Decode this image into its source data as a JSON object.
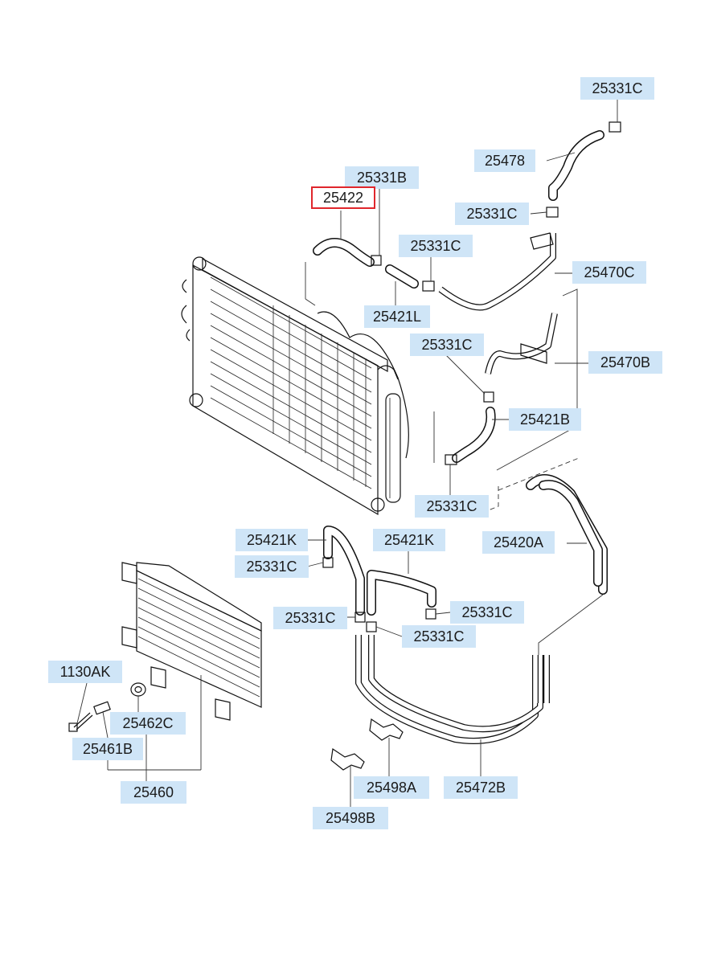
{
  "diagram": {
    "callouts": [
      {
        "id": "c1",
        "label": "25331C"
      },
      {
        "id": "c2",
        "label": "25478"
      },
      {
        "id": "c3",
        "label": "25331B"
      },
      {
        "id": "c4",
        "label": "25422",
        "selected": true
      },
      {
        "id": "c5",
        "label": "25331C"
      },
      {
        "id": "c6",
        "label": "25331C"
      },
      {
        "id": "c7",
        "label": "25470C"
      },
      {
        "id": "c8",
        "label": "25421L"
      },
      {
        "id": "c9",
        "label": "25331C"
      },
      {
        "id": "c10",
        "label": "25470B"
      },
      {
        "id": "c11",
        "label": "25421B"
      },
      {
        "id": "c12",
        "label": "25331C"
      },
      {
        "id": "c13",
        "label": "25421K"
      },
      {
        "id": "c14",
        "label": "25421K"
      },
      {
        "id": "c15",
        "label": "25420A"
      },
      {
        "id": "c16",
        "label": "25331C"
      },
      {
        "id": "c17",
        "label": "25331C"
      },
      {
        "id": "c18",
        "label": "25331C"
      },
      {
        "id": "c19",
        "label": "25331C"
      },
      {
        "id": "c20",
        "label": "1130AK"
      },
      {
        "id": "c21",
        "label": "25462C"
      },
      {
        "id": "c22",
        "label": "25461B"
      },
      {
        "id": "c23",
        "label": "25460"
      },
      {
        "id": "c24",
        "label": "25498A"
      },
      {
        "id": "c25",
        "label": "25472B"
      },
      {
        "id": "c26",
        "label": "25498B"
      }
    ]
  }
}
